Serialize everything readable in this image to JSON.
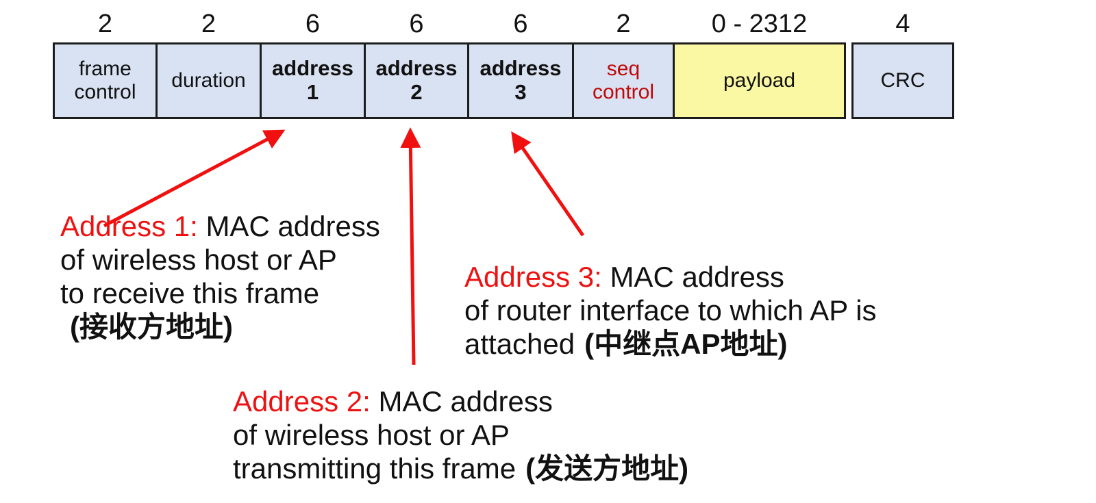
{
  "colors": {
    "field_bg": "#d9e2f3",
    "payload_bg": "#fbf8a3",
    "border": "#1c1c1c",
    "text": "#111111",
    "red": "#ee1111",
    "seq_red": "#c00808",
    "arrow_red": "#f01010"
  },
  "frame": {
    "fields": [
      {
        "size": "2",
        "label": "frame\ncontrol"
      },
      {
        "size": "2",
        "label": "duration"
      },
      {
        "size": "6",
        "label": "address\n1"
      },
      {
        "size": "6",
        "label": "address\n2"
      },
      {
        "size": "6",
        "label": "address\n3"
      },
      {
        "size": "2",
        "label": "seq\ncontrol"
      },
      {
        "size": "0 - 2312",
        "label": "payload"
      },
      {
        "size": "4",
        "label": "CRC"
      }
    ]
  },
  "annotations": {
    "address1": {
      "label": "Address 1:",
      "line1_rest": " MAC address",
      "line2": "of wireless host or AP",
      "line3": "to receive this frame",
      "line4_cn": "(接收方地址)"
    },
    "address2": {
      "label": "Address 2:",
      "line1_rest": " MAC address",
      "line2": "of wireless host or AP",
      "line3_prefix": "transmitting this frame",
      "line3_cn": "(发送方地址)"
    },
    "address3": {
      "label": "Address 3:",
      "line1_rest": " MAC address",
      "line2": "of router interface to which AP is",
      "line3_prefix": "attached",
      "line3_cn": "(中继点AP地址)"
    }
  }
}
